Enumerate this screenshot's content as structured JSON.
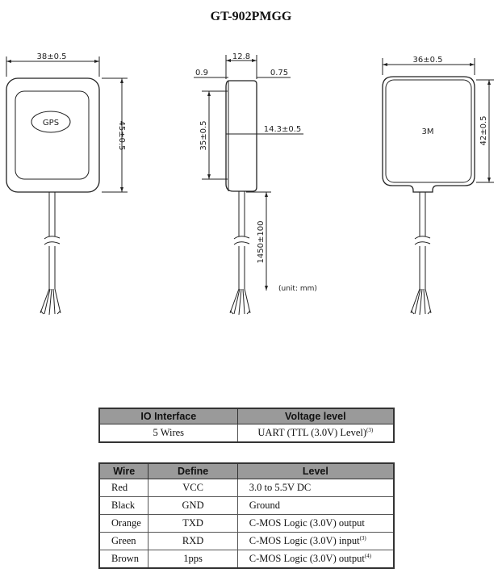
{
  "title": "GT-902PMGG",
  "drawing": {
    "front": {
      "width_dim": "38±0.5",
      "height_dim": "45±0.5",
      "label": "GPS"
    },
    "side": {
      "top_dim": "12.8",
      "left_dim": "0.9",
      "right_dim": "0.75",
      "height_dim": "35±0.5",
      "mid_dim": "14.3±0.5",
      "cable_dim": "1450±100",
      "unit_note": "(unit: mm)"
    },
    "back": {
      "width_dim": "36±0.5",
      "height_dim": "42±0.5",
      "label": "3M"
    }
  },
  "io_table": {
    "headers": [
      "IO Interface",
      "Voltage level"
    ],
    "row": {
      "interface": "5 Wires",
      "level": "UART (TTL (3.0V) Level)",
      "note": "(3)"
    }
  },
  "wire_table": {
    "headers": [
      "Wire",
      "Define",
      "Level"
    ],
    "rows": [
      {
        "wire": "Red",
        "define": "VCC",
        "level": "3.0 to 5.5V DC",
        "note": ""
      },
      {
        "wire": "Black",
        "define": "GND",
        "level": "Ground",
        "note": ""
      },
      {
        "wire": "Orange",
        "define": "TXD",
        "level": "C-MOS Logic (3.0V) output",
        "note": ""
      },
      {
        "wire": "Green",
        "define": "RXD",
        "level": "C-MOS Logic (3.0V) input",
        "note": "(3)"
      },
      {
        "wire": "Brown",
        "define": "1pps",
        "level": "C-MOS Logic (3.0V) output",
        "note": "(4)"
      }
    ]
  }
}
